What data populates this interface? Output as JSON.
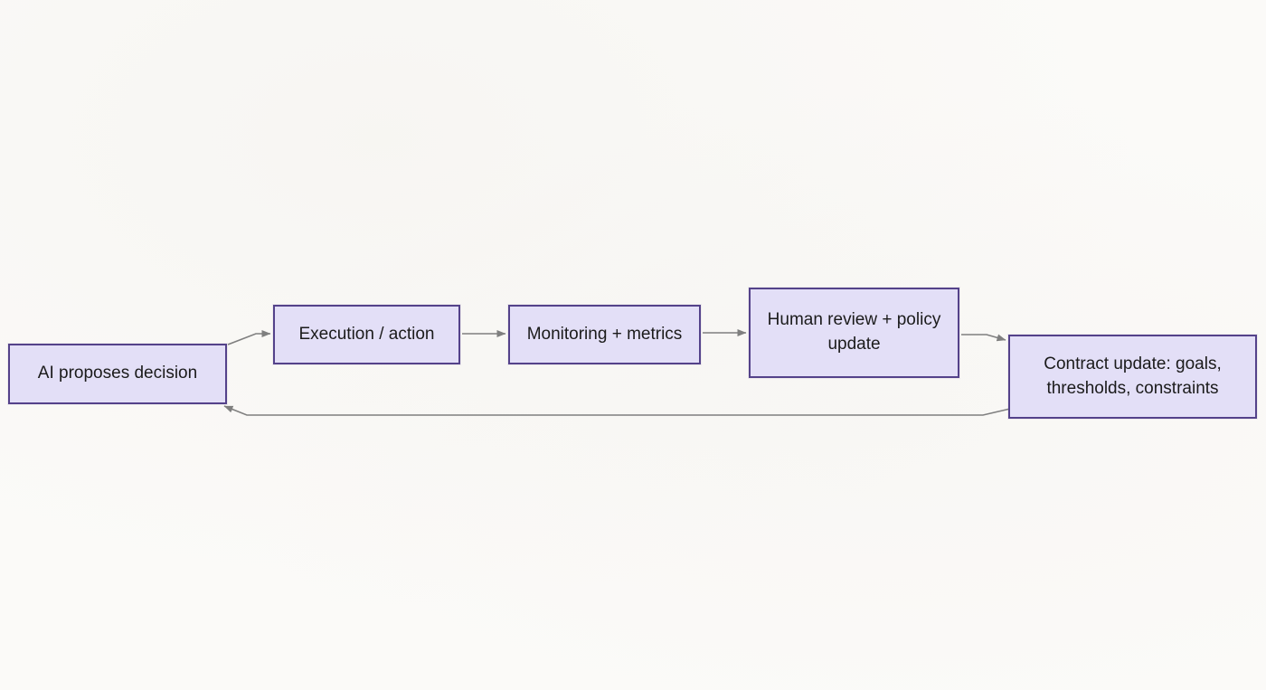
{
  "diagram": {
    "type": "flowchart",
    "background_color": "#fbfaf8",
    "node_fill_color": "#e3dff7",
    "node_border_color": "#54428a",
    "arrow_color": "#7f7f7f",
    "text_color": "#1b1b1b",
    "nodes": [
      {
        "id": "ai-proposes-decision",
        "label": "AI proposes decision"
      },
      {
        "id": "execution-action",
        "label": "Execution / action"
      },
      {
        "id": "monitoring-metrics",
        "label": "Monitoring + metrics"
      },
      {
        "id": "human-review-policy-update",
        "label": "Human review + policy update"
      },
      {
        "id": "contract-update",
        "label": "Contract update: goals, thresholds, constraints"
      }
    ],
    "edges": [
      {
        "from": "ai-proposes-decision",
        "to": "execution-action",
        "style": "forward"
      },
      {
        "from": "execution-action",
        "to": "monitoring-metrics",
        "style": "forward"
      },
      {
        "from": "monitoring-metrics",
        "to": "human-review-policy-update",
        "style": "forward"
      },
      {
        "from": "human-review-policy-update",
        "to": "contract-update",
        "style": "forward"
      },
      {
        "from": "contract-update",
        "to": "ai-proposes-decision",
        "style": "feedback-loop"
      }
    ]
  }
}
